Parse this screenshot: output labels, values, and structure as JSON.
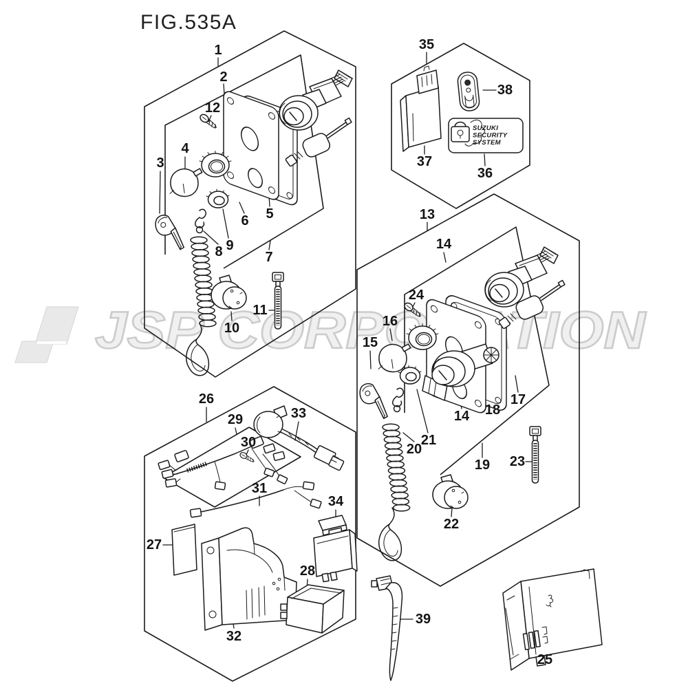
{
  "figure": {
    "title": "FIG.535A"
  },
  "watermark": {
    "text": "JSP CORPORATION"
  },
  "security_label": {
    "line1": "SUZUKI",
    "line2": "SECURITY",
    "line3": "SYSTEM"
  },
  "colors": {
    "line": "#1a1a1a",
    "background": "#ffffff",
    "watermark_fill": "#f0f0f0",
    "watermark_outline": "#cccccc"
  },
  "part_labels": {
    "p1": "1",
    "p2": "2",
    "p3": "3",
    "p4": "4",
    "p5": "5",
    "p6": "6",
    "p7": "7",
    "p8": "8",
    "p9": "9",
    "p10": "10",
    "p11": "11",
    "p12": "12",
    "p13": "13",
    "p14": "14",
    "p15": "15",
    "p16": "16",
    "p17": "17",
    "p18": "18",
    "p19": "19",
    "p20": "20",
    "p21": "21",
    "p22": "22",
    "p23": "23",
    "p24": "24",
    "p25": "25",
    "p26": "26",
    "p27": "27",
    "p28": "28",
    "p29": "29",
    "p30": "30",
    "p31": "31",
    "p32": "32",
    "p33": "33",
    "p34": "34",
    "p35": "35",
    "p36": "36",
    "p37": "37",
    "p38": "38",
    "p39": "39"
  }
}
